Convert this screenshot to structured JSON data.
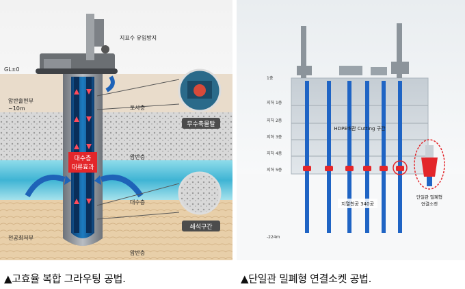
{
  "left": {
    "labels": {
      "gl": "GL±0",
      "bedrock_depth": "암반출현부",
      "bedrock_depth_val": "~10m",
      "surface_water": "지표수 유입방지",
      "soil": "토사층",
      "rock1": "암반층",
      "aquifer": "대수층",
      "rock2": "암반층",
      "deepest": "천공최저부",
      "effect_line1": "대수층",
      "effect_line2": "대류효과",
      "inset1": "무수축몰탈",
      "inset2": "쇄석구간"
    }
  },
  "right": {
    "labels": {
      "f1": "1층",
      "b1": "지하 1층",
      "b2": "지하 2층",
      "b3": "지하 3층",
      "b4": "지하 4층",
      "b5": "지하 5층",
      "cut": "HDPE배관 Cutting 구간",
      "holes": "지열천공 340공",
      "depth": "-224m",
      "socket1": "단일관 밀폐형",
      "socket2": "연결소켓"
    }
  },
  "captions": {
    "left": "▲고효율 복합 그라우팅 공법.",
    "right": "▲단일관 밀폐형 연결소켓 공법."
  },
  "colors": {
    "pipe_blue": "#1f64c4",
    "socket_red": "#e3262a",
    "water": "#3fb4d4",
    "borehole": "#8a8f96"
  }
}
